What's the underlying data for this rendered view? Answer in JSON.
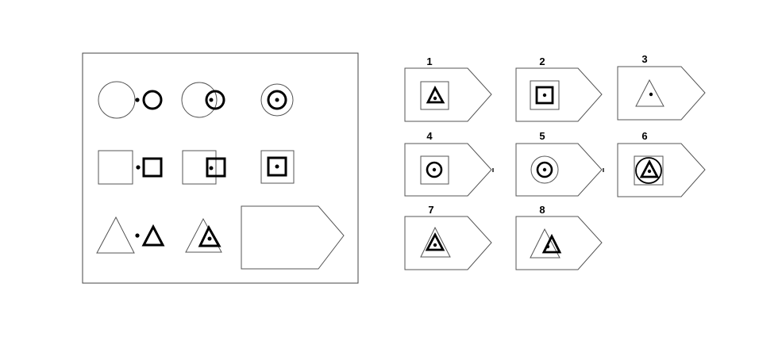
{
  "options": [
    {
      "number": "1"
    },
    {
      "number": "2"
    },
    {
      "number": "3"
    },
    {
      "number": "4"
    },
    {
      "number": "5"
    },
    {
      "number": "6"
    },
    {
      "number": "7"
    },
    {
      "number": "8"
    }
  ],
  "matrix": {
    "rows": [
      "circle",
      "square",
      "triangle"
    ],
    "missing_cell": "row-3-col-3"
  },
  "colors": {
    "stroke": "#000000",
    "light_stroke": "#555555",
    "background": "#ffffff"
  }
}
